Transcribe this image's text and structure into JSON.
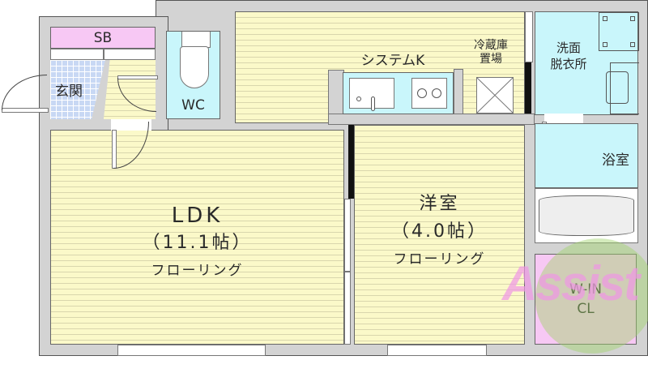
{
  "floorplan": {
    "rooms": {
      "sb": {
        "label": "SB"
      },
      "entrance": {
        "label": "玄関"
      },
      "wc": {
        "label": "WC"
      },
      "kitchen": {
        "label": "システムK"
      },
      "fridge": {
        "label_line1": "冷蔵庫",
        "label_line2": "置場"
      },
      "washroom": {
        "label_line1": "洗面",
        "label_line2": "脱衣所"
      },
      "bath": {
        "label": "浴室"
      },
      "ldk": {
        "name": "LDK",
        "size": "（11.1帖）",
        "floor": "フローリング"
      },
      "western": {
        "name": "洋室",
        "size": "（4.0帖）",
        "floor": "フローリング"
      },
      "wic": {
        "label_line1": "W-IN",
        "label_line2": "CL"
      }
    },
    "watermark": {
      "text": "Assist"
    },
    "colors": {
      "wall": "#d3d3d3",
      "flooring": "#fbf9c9",
      "wet_area": "#c9f6fb",
      "storage": "#f7c8f4",
      "entrance_tile": "#c8d8f4",
      "watermark_green": "#9fd36a",
      "watermark_red": "#e0806a"
    }
  }
}
